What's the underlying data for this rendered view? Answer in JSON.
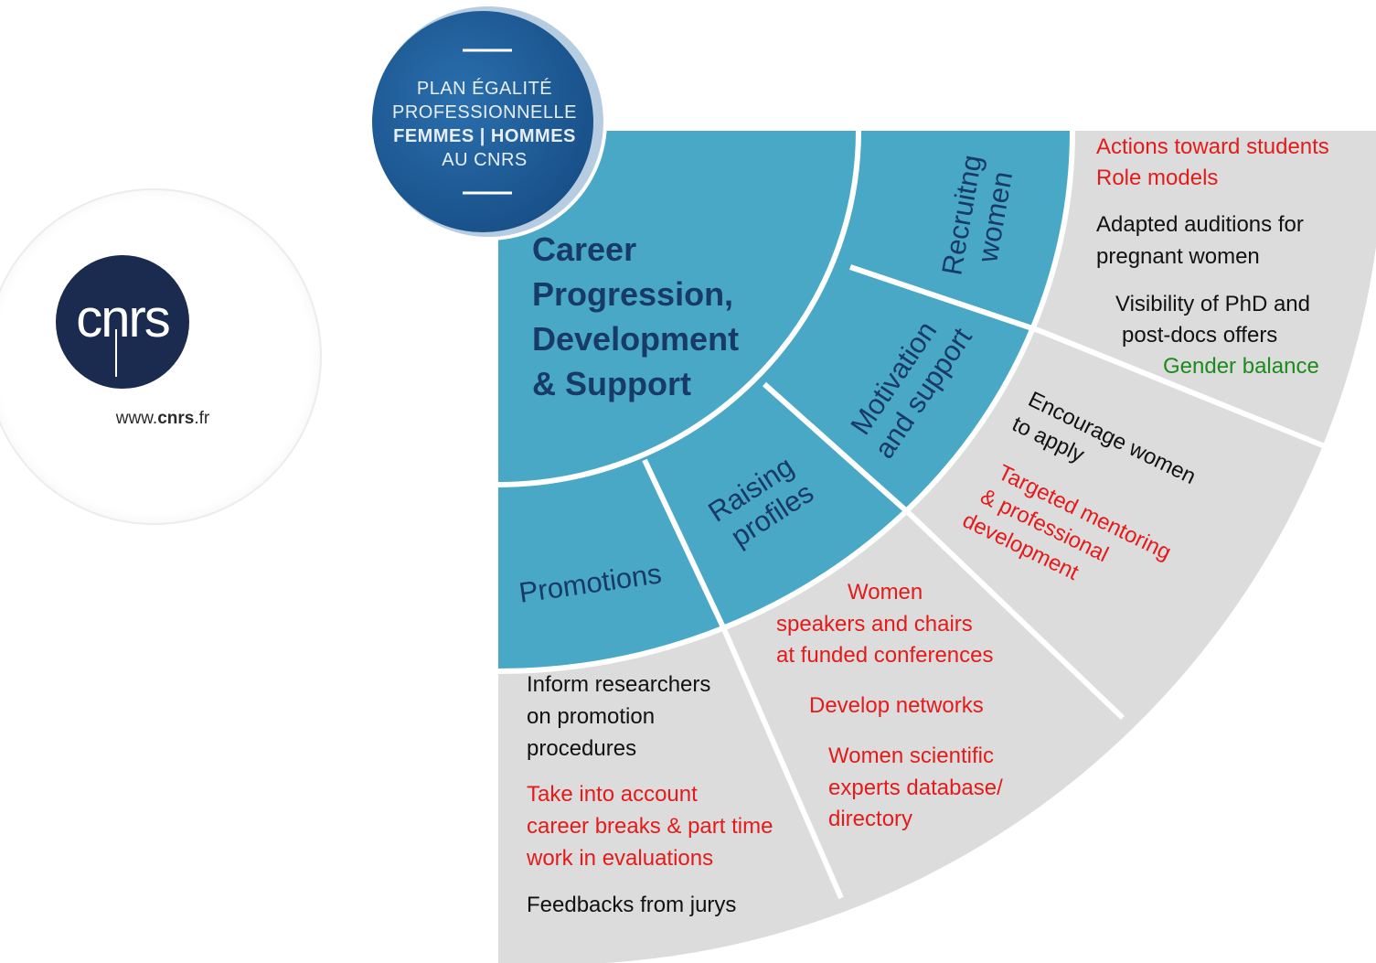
{
  "badge": {
    "line1": "PLAN ÉGALITÉ",
    "line2": "PROFESSIONNELLE",
    "line3": "FEMMES | HOMMES",
    "line4": "AU CNRS"
  },
  "logo": {
    "wordmark": "cnrs",
    "url_prefix": "www.",
    "url_bold": "cnrs",
    "url_suffix": ".fr"
  },
  "center": {
    "lines": [
      "Career",
      "Progression,",
      "Development",
      "& Support"
    ]
  },
  "domains": {
    "promotions": "Promotions",
    "raising": [
      "Raising",
      "profiles"
    ],
    "motivation": [
      "Motivation",
      "and support"
    ],
    "recruiting": [
      "Recruitng",
      "women"
    ]
  },
  "actions": {
    "promotions": [
      {
        "lines": [
          "Inform researchers",
          "on promotion",
          "procedures"
        ],
        "color": "#111111"
      },
      {
        "lines": [
          "Take into account",
          "career breaks & part time",
          "work in evaluations"
        ],
        "color": "#e31b1b"
      },
      {
        "lines": [
          "Feedbacks from jurys"
        ],
        "color": "#111111"
      }
    ],
    "raising": [
      {
        "lines": [
          "Women",
          "speakers and chairs",
          "at funded conferences"
        ],
        "color": "#e31b1b"
      },
      {
        "lines": [
          "Develop networks"
        ],
        "color": "#e31b1b"
      },
      {
        "lines": [
          "Women scientific",
          "experts database/",
          "directory"
        ],
        "color": "#e31b1b"
      }
    ],
    "motivation": [
      {
        "lines": [
          "Encourage women",
          "to apply"
        ],
        "color": "#111111"
      },
      {
        "lines": [
          "Targeted mentoring",
          "& professional",
          "development"
        ],
        "color": "#e31b1b"
      }
    ],
    "recruiting": [
      {
        "lines": [
          "Actions toward students",
          "Role models"
        ],
        "color": "#e31b1b"
      },
      {
        "lines": [
          "Adapted auditions for",
          "pregnant women"
        ],
        "color": "#111111"
      },
      {
        "lines": [
          "Visibility of PhD and",
          "post-docs offers"
        ],
        "color": "#111111"
      },
      {
        "lines": [
          "Gender balance"
        ],
        "color": "#1c8a1c"
      }
    ]
  },
  "colors": {
    "teal": "#49a8c6",
    "grey": "#dcdcdc",
    "navy": "#173a66",
    "red": "#e31b1b",
    "green": "#1c8a1c",
    "badge_blue": "#1e5a96",
    "logo_navy": "#1b2b4f"
  }
}
